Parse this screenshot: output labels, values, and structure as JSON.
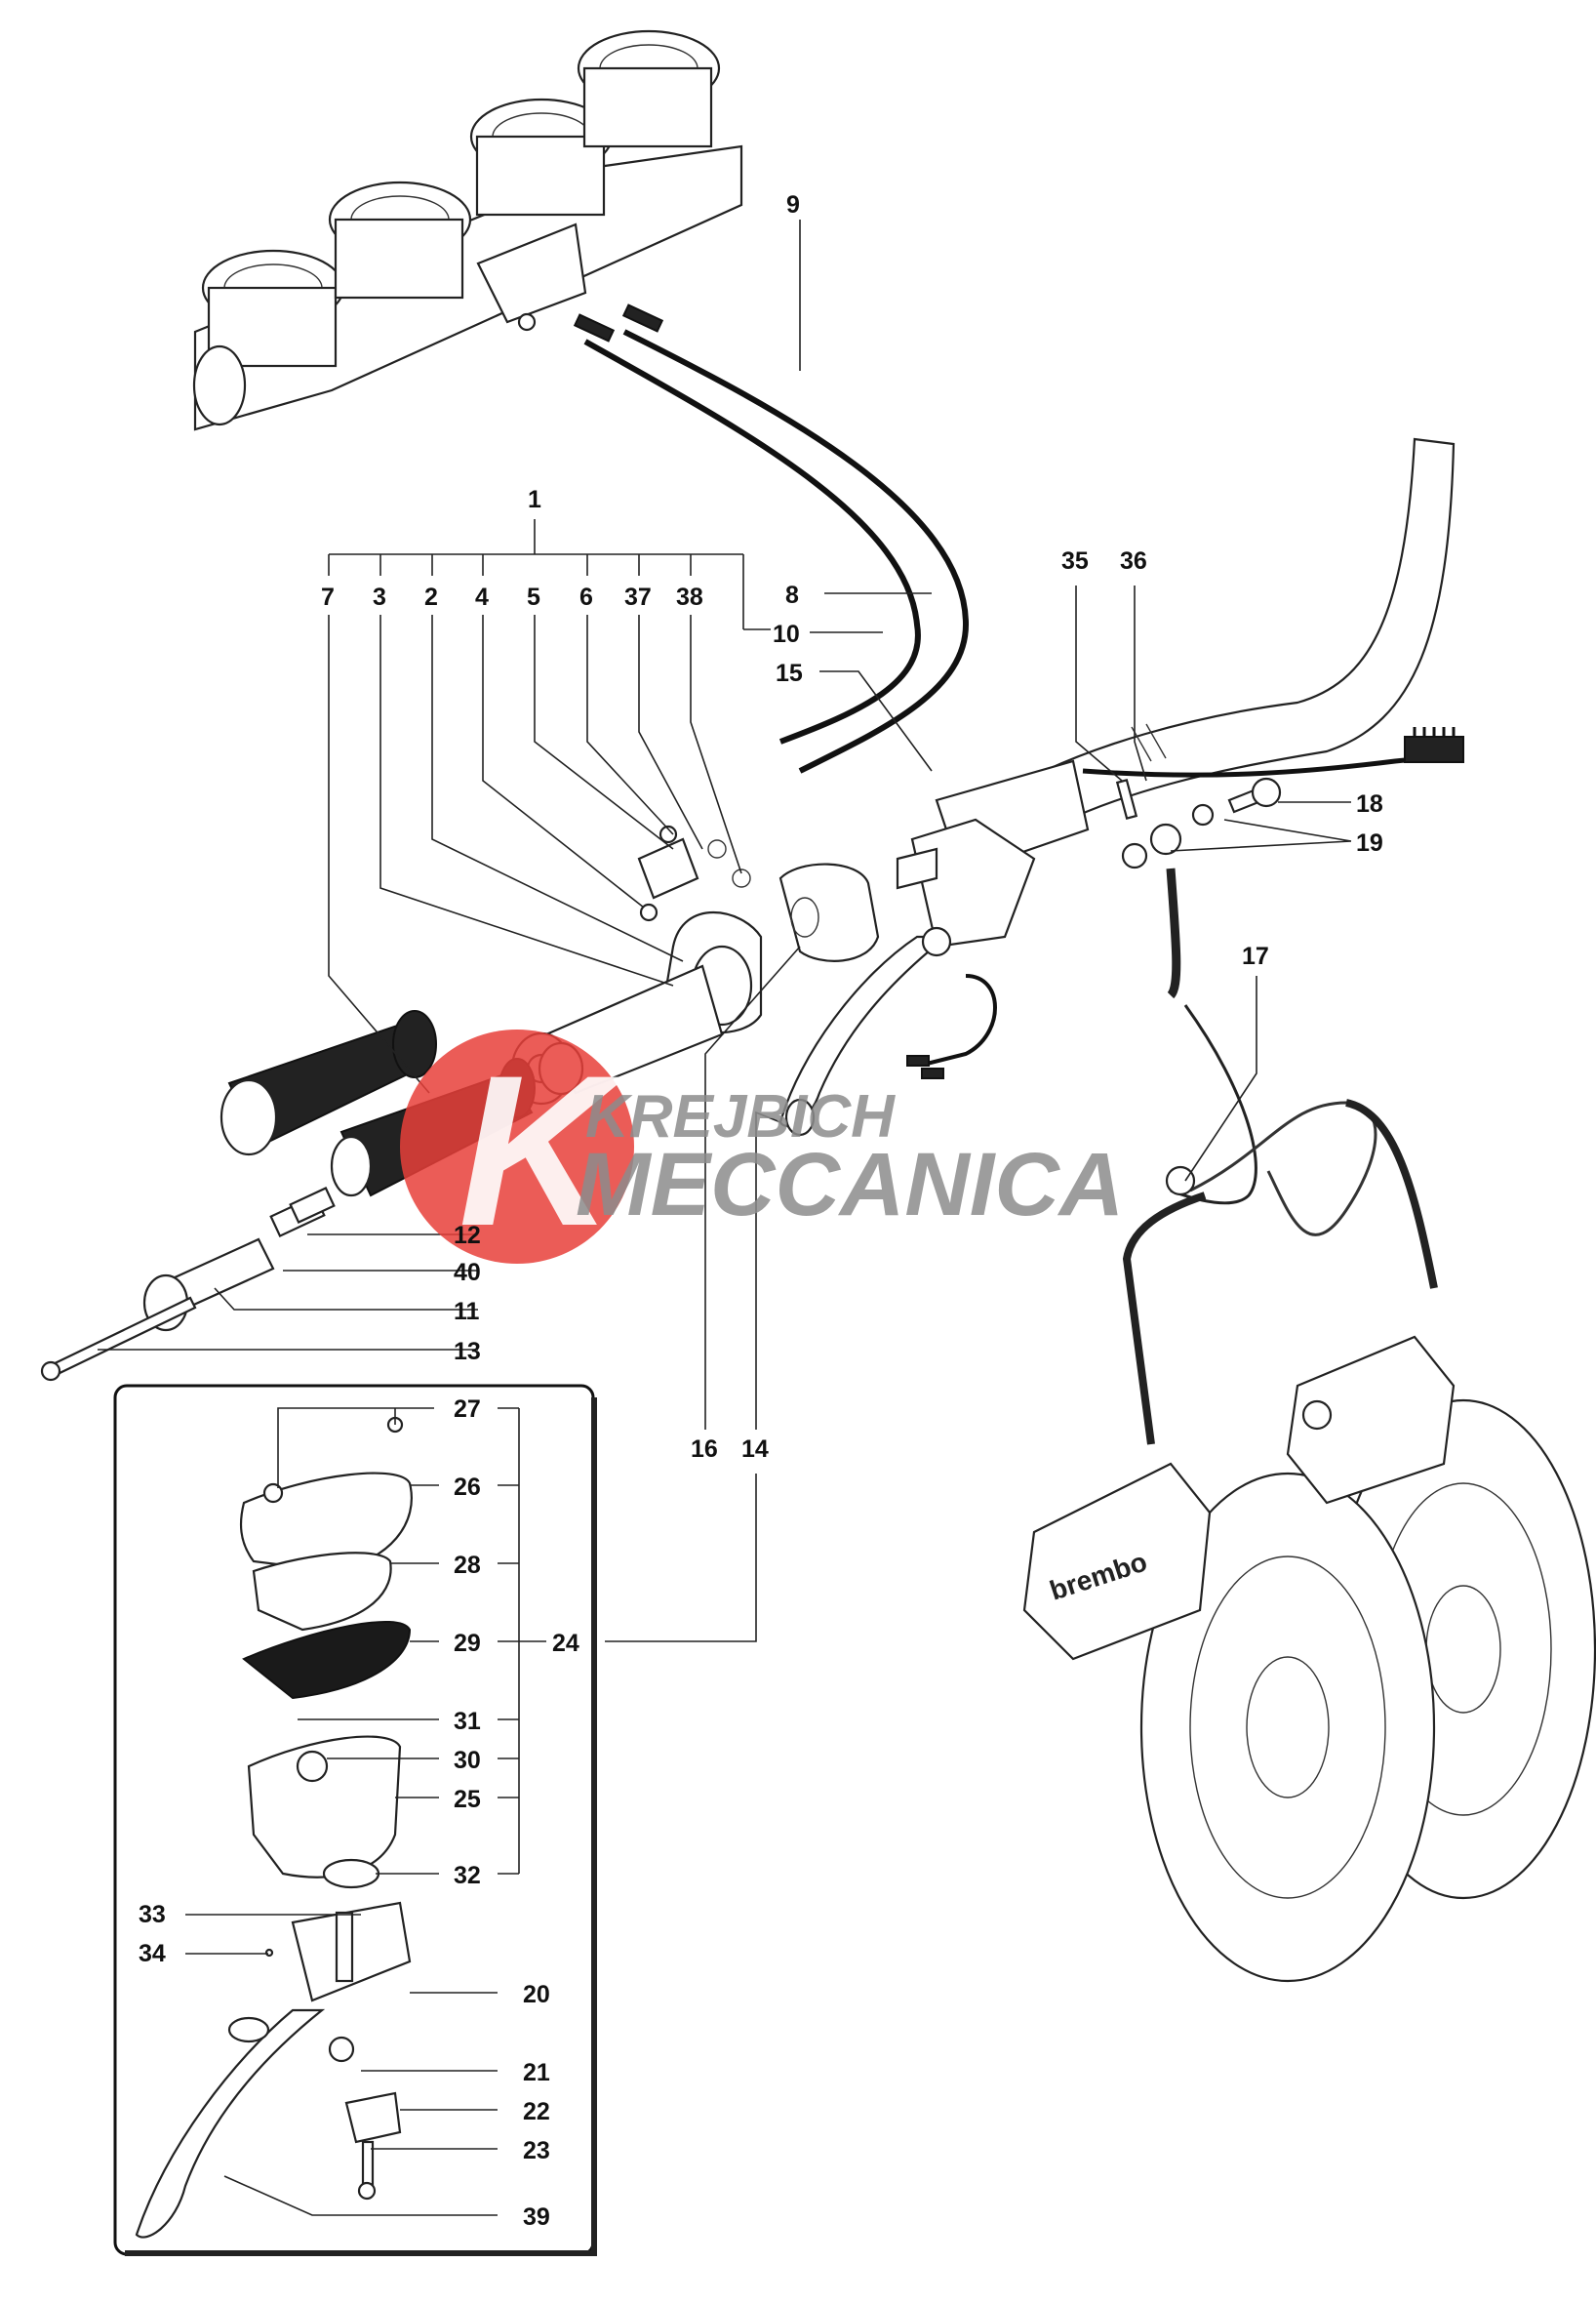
{
  "diagram": {
    "labels": {
      "p1": "1",
      "p2": "2",
      "p3": "3",
      "p4": "4",
      "p5": "5",
      "p6": "6",
      "p7": "7",
      "p8": "8",
      "p9": "9",
      "p10": "10",
      "p11": "11",
      "p12": "12",
      "p13": "13",
      "p14": "14",
      "p15": "15",
      "p16": "16",
      "p17": "17",
      "p18": "18",
      "p19": "19",
      "p20": "20",
      "p21": "21",
      "p22": "22",
      "p23": "23",
      "p24": "24",
      "p25": "25",
      "p26": "26",
      "p27": "27",
      "p28": "28",
      "p29": "29",
      "p30": "30",
      "p31": "31",
      "p32": "32",
      "p33": "33",
      "p34": "34",
      "p35": "35",
      "p36": "36",
      "p37": "37",
      "p38": "38",
      "p39": "39",
      "p40": "40"
    },
    "caliper_brand": "brembo"
  },
  "watermark": {
    "line1": "KREJBICH",
    "line2": "MECCANICA",
    "logo_letter": "K",
    "logo_color": "#e8403a",
    "text_color": "#8c8c8c"
  }
}
